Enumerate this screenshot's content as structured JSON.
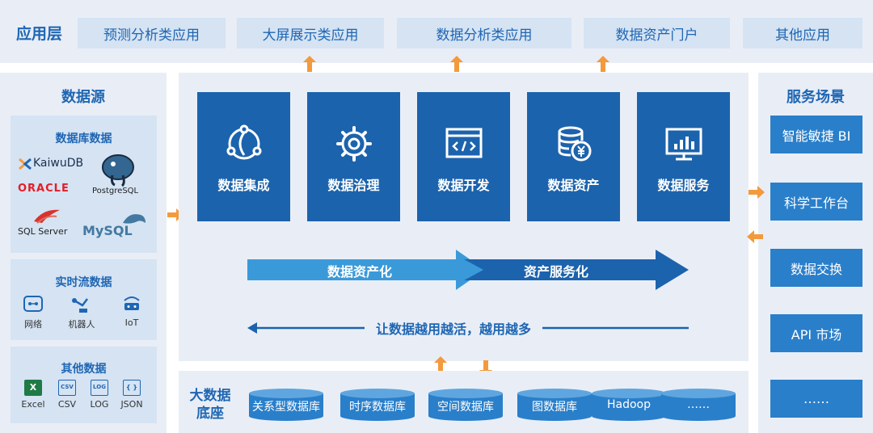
{
  "app_layer": {
    "title": "应用层",
    "items": [
      "预测分析类应用",
      "大屏展示类应用",
      "数据分析类应用",
      "数据资产门户",
      "其他应用"
    ]
  },
  "data_source": {
    "title": "数据源",
    "database": {
      "title": "数据库数据",
      "logos": [
        "KaiwuDB",
        "ORACLE",
        "PostgreSQL",
        "SQL Server",
        "MySQL"
      ]
    },
    "stream": {
      "title": "实时流数据",
      "items": [
        "网络",
        "机器人",
        "IoT"
      ]
    },
    "other": {
      "title": "其他数据",
      "items": [
        "Excel",
        "CSV",
        "LOG",
        "JSON"
      ],
      "badges": [
        "X",
        "CSV",
        "LOG",
        "{ }"
      ]
    }
  },
  "center": {
    "cards": [
      {
        "label": "数据集成",
        "icon": "integration-icon"
      },
      {
        "label": "数据治理",
        "icon": "governance-gear-icon"
      },
      {
        "label": "数据开发",
        "icon": "code-window-icon"
      },
      {
        "label": "数据资产",
        "icon": "database-yen-icon"
      },
      {
        "label": "数据服务",
        "icon": "dashboard-chart-icon"
      }
    ],
    "arrow_left_text": "数据资产化",
    "arrow_right_text": "资产服务化",
    "back_arrow_text": "让数据越用越活，越用越多"
  },
  "services": {
    "title": "服务场景",
    "items": [
      "智能敏捷 BI",
      "科学工作台",
      "数据交换",
      "API 市场",
      "……"
    ]
  },
  "base": {
    "title_line1": "大数据",
    "title_line2": "底座",
    "items": [
      "关系型数据库",
      "时序数据库",
      "空间数据库",
      "图数据库",
      "Hadoop",
      "……"
    ]
  },
  "colors": {
    "band": "#e9eef6",
    "tile": "#d5e3f3",
    "primary": "#1f66b3",
    "card": "#1c63ad",
    "service": "#2a7fca",
    "arrow_orange": "#f39a3d"
  }
}
